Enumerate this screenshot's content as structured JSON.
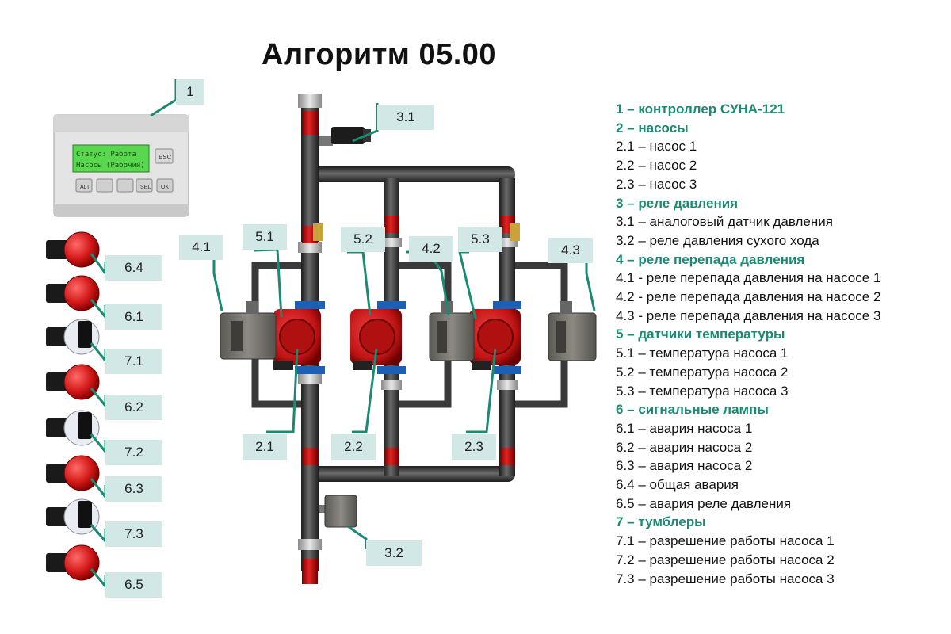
{
  "title": "Алгоритм 05.00",
  "colors": {
    "accent": "#1a8a72",
    "callout_bg": "#d2e8e6",
    "pipe": "#3e3e3e",
    "pump_red": "#c81a1a",
    "leader": "#1a8a72"
  },
  "controller": {
    "lcd_line1": "Статус: Работа",
    "lcd_line2": "Насосы (Рабочий)",
    "buttons": [
      "ALT",
      "",
      "",
      "SEL",
      "OK"
    ],
    "esc": "ESC"
  },
  "callouts": [
    "1",
    "3.1",
    "4.1",
    "5.1",
    "5.2",
    "4.2",
    "5.3",
    "4.3",
    "2.1",
    "2.2",
    "2.3",
    "3.2",
    "6.4",
    "6.1",
    "7.1",
    "6.2",
    "7.2",
    "6.3",
    "7.3",
    "6.5"
  ],
  "legend": [
    {
      "text": "1 – контроллер СУНА-121",
      "header": true
    },
    {
      "text": "2 – насосы",
      "header": true
    },
    {
      "text": "2.1 – насос 1",
      "header": false
    },
    {
      "text": "2.2 – насос 2",
      "header": false
    },
    {
      "text": "2.3 – насос 3",
      "header": false
    },
    {
      "text": "3 – реле давления",
      "header": true
    },
    {
      "text": "3.1 – аналоговый датчик давления",
      "header": false
    },
    {
      "text": "3.2 – реле давления сухого хода",
      "header": false
    },
    {
      "text": "4 – реле перепада давления",
      "header": true
    },
    {
      "text": "4.1 - реле перепада давления на насосе 1",
      "header": false
    },
    {
      "text": "4.2 - реле перепада давления на насосе 2",
      "header": false
    },
    {
      "text": "4.3 - реле перепада давления на насосе 3",
      "header": false
    },
    {
      "text": "5 – датчики температуры",
      "header": true
    },
    {
      "text": "5.1 – температура насоса 1",
      "header": false
    },
    {
      "text": "5.2 – температура насоса 2",
      "header": false
    },
    {
      "text": "5.3 – температура насоса 3",
      "header": false
    },
    {
      "text": "6 – сигнальные лампы",
      "header": true
    },
    {
      "text": "6.1 – авария насоса 1",
      "header": false
    },
    {
      "text": "6.2 – авария насоса 2",
      "header": false
    },
    {
      "text": "6.3 – авария насоса 2",
      "header": false
    },
    {
      "text": "6.4 – общая авария",
      "header": false
    },
    {
      "text": "6.5 – авария реле давления",
      "header": false
    },
    {
      "text": "7 – тумблеры",
      "header": true
    },
    {
      "text": "7.1 – разрешение работы насоса 1",
      "header": false
    },
    {
      "text": "7.2 – разрешение работы насоса 2",
      "header": false
    },
    {
      "text": "7.3 – разрешение работы насоса 3",
      "header": false
    }
  ]
}
